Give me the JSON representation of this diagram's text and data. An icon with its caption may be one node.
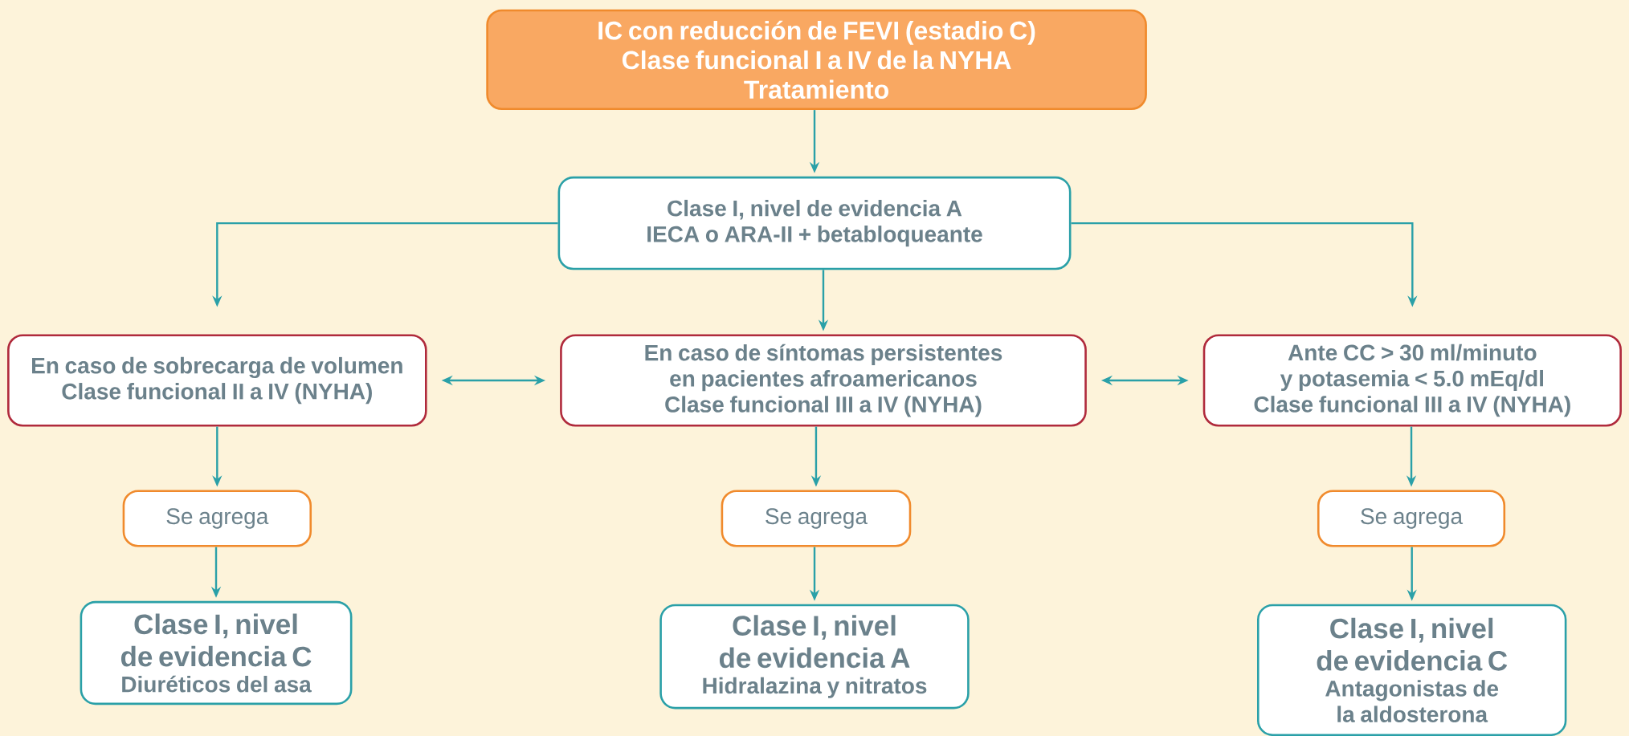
{
  "diagram": {
    "nodes": [
      {
        "text": [
          "IC con reducción de FEVI (estadio C)",
          "Clase funcional I a IV de la NYHA",
          "Tratamiento"
        ]
      },
      {
        "text": [
          "Clase I, nivel de evidencia A",
          "IECA o ARA-II + betabloqueante"
        ]
      },
      {
        "text": [
          "En caso de sobrecarga de volumen",
          "Clase funcional II a IV (NYHA)"
        ]
      },
      {
        "text": [
          "En caso de síntomas persistentes en pacientes afroamericanos",
          "Clase funcional III a IV (NYHA)"
        ]
      },
      {
        "text": [
          "Ante CC > 30 ml/minuto y potasemia < 5.0 mEq/dl",
          "Clase funcional III a IV (NYHA)"
        ]
      },
      {
        "text": [
          "Se agrega"
        ]
      },
      {
        "text": [
          "Se agrega"
        ]
      },
      {
        "text": [
          "Se agrega"
        ]
      },
      {
        "text": [
          "Clase I, nivel de evidencia C",
          "Diuréticos del asa"
        ]
      },
      {
        "text": [
          "Clase I, nivel de evidencia A",
          "Hidralazina y nitratos"
        ]
      },
      {
        "text": [
          "Clase I, nivel de evidencia C",
          "Antagonistas de la aldosterona"
        ]
      }
    ],
    "edges": [
      {
        "from": 0,
        "to": 1,
        "arrow": "to"
      },
      {
        "from": 1,
        "to": 2,
        "arrow": "to"
      },
      {
        "from": 1,
        "to": 3,
        "arrow": "to"
      },
      {
        "from": 1,
        "to": 4,
        "arrow": "to"
      },
      {
        "from": 2,
        "to": 3,
        "arrow": "both"
      },
      {
        "from": 3,
        "to": 4,
        "arrow": "both"
      },
      {
        "from": 2,
        "to": 5,
        "arrow": "to"
      },
      {
        "from": 5,
        "to": 8,
        "arrow": "to"
      },
      {
        "from": 3,
        "to": 6,
        "arrow": "to"
      },
      {
        "from": 6,
        "to": 9,
        "arrow": "to"
      },
      {
        "from": 4,
        "to": 7,
        "arrow": "to"
      },
      {
        "from": 7,
        "to": 10,
        "arrow": "to"
      }
    ]
  }
}
